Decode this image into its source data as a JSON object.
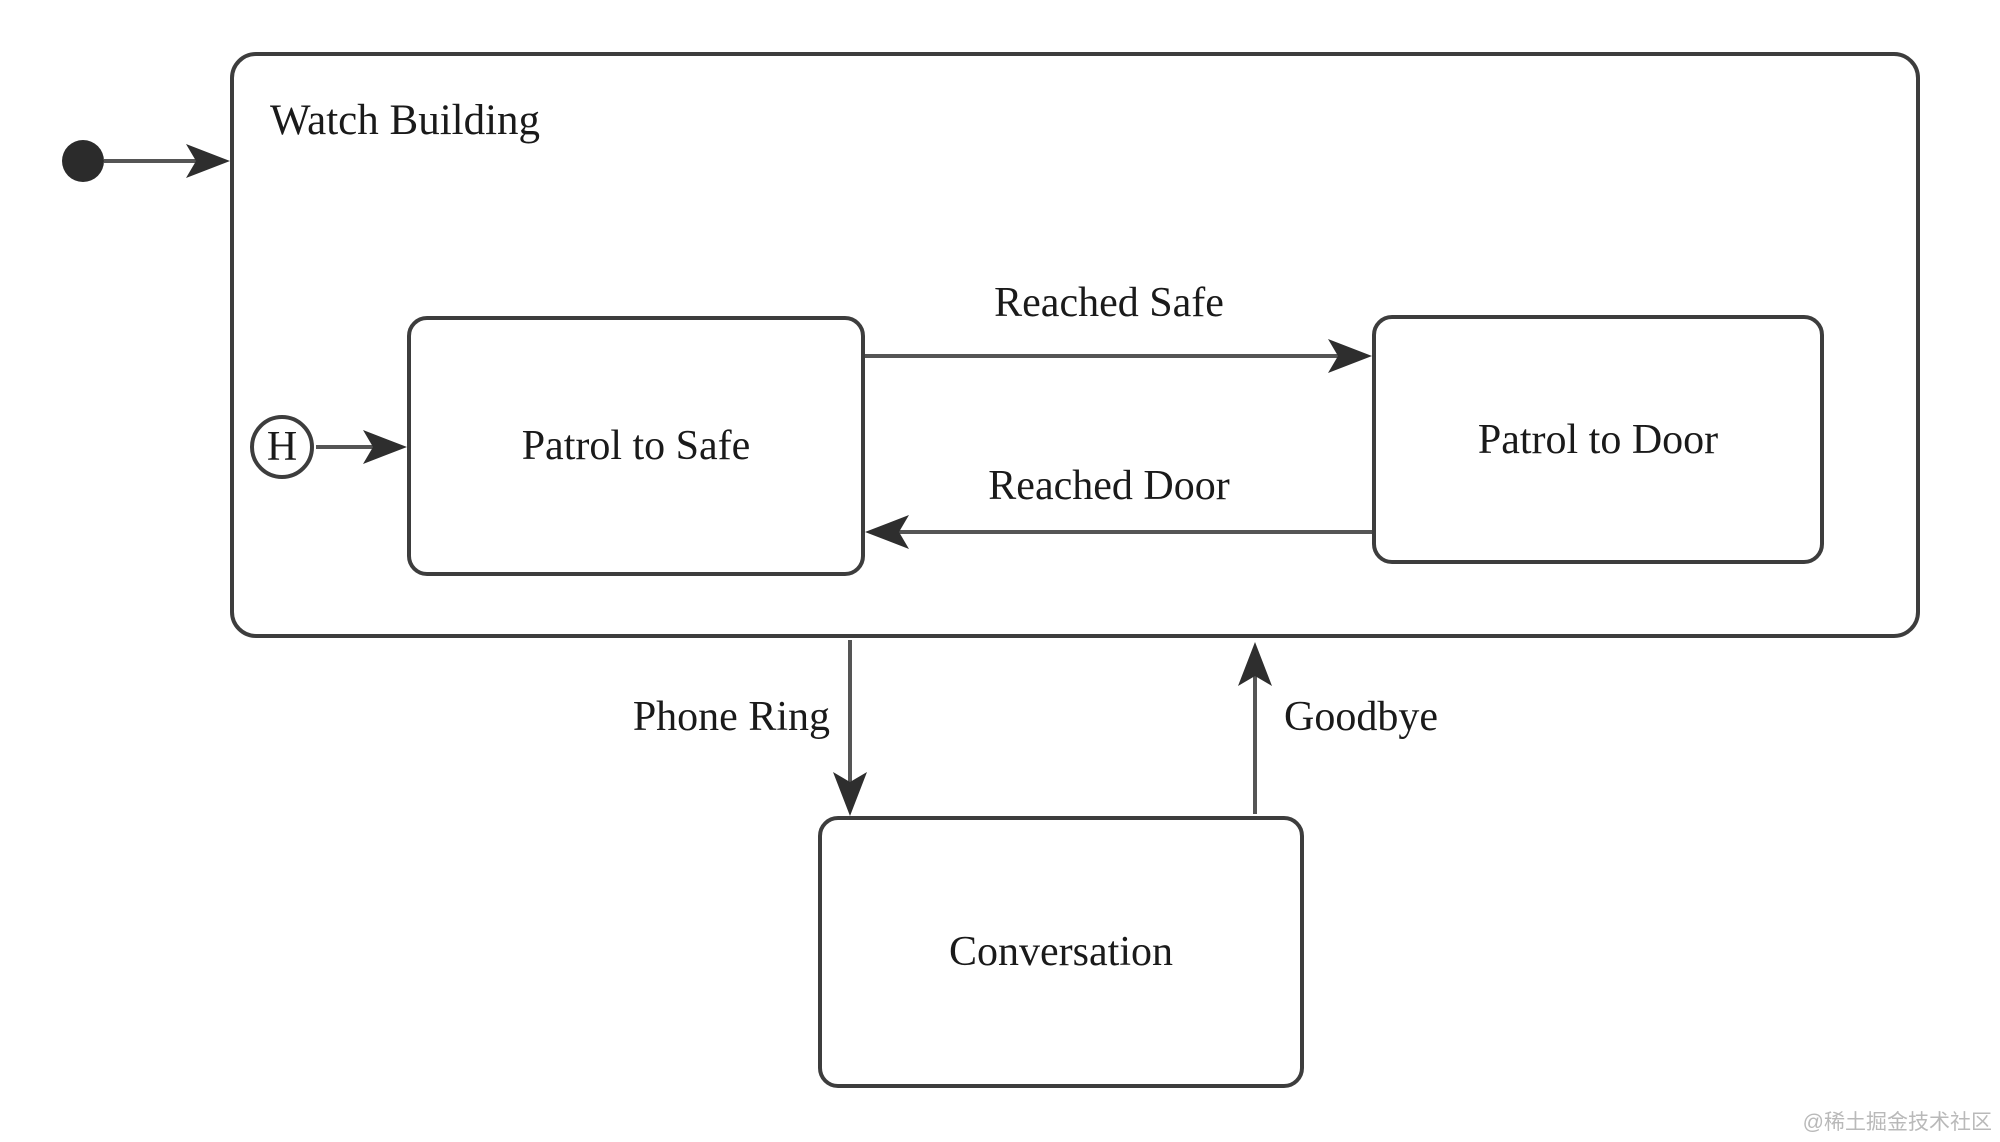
{
  "diagram": {
    "type": "uml-state-machine",
    "composite_state": {
      "label": "Watch Building"
    },
    "history_state": {
      "label": "H"
    },
    "states": {
      "patrol_to_safe": {
        "label": "Patrol to Safe"
      },
      "patrol_to_door": {
        "label": "Patrol to Door"
      },
      "conversation": {
        "label": "Conversation"
      }
    },
    "transitions": {
      "initial": {
        "from": "initial-pseudostate",
        "to": "Watch Building",
        "label": ""
      },
      "history_entry": {
        "from": "history-pseudostate",
        "to": "Patrol to Safe",
        "label": ""
      },
      "reached_safe": {
        "from": "Patrol to Safe",
        "to": "Patrol to Door",
        "label": "Reached Safe"
      },
      "reached_door": {
        "from": "Patrol to Door",
        "to": "Patrol to Safe",
        "label": "Reached Door"
      },
      "phone_ring": {
        "from": "Watch Building",
        "to": "Conversation",
        "label": "Phone Ring"
      },
      "goodbye": {
        "from": "Conversation",
        "to": "Watch Building",
        "label": "Goodbye"
      }
    }
  },
  "watermark": {
    "text": "@稀土掘金技术社区"
  },
  "colors": {
    "background": "#ffffff",
    "stroke": "#3d3d3d",
    "line": "#555555",
    "arrowhead": "#2e2e2e",
    "initial_dot": "#2b2b2b",
    "text": "#1a1a1a",
    "watermark": "#b9b9b9"
  }
}
